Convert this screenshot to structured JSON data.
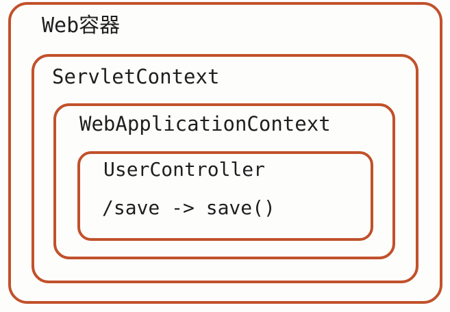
{
  "diagram": {
    "colors": {
      "border": "#C1512B",
      "background": "#FDFDFC",
      "text": "#1E1E1E"
    },
    "containers": {
      "web_container": {
        "label": "Web容器"
      },
      "servlet_context": {
        "label": "ServletContext"
      },
      "web_application_context": {
        "label": "WebApplicationContext"
      },
      "user_controller": {
        "label": "UserController",
        "mapping": "/save -> save()"
      }
    }
  }
}
